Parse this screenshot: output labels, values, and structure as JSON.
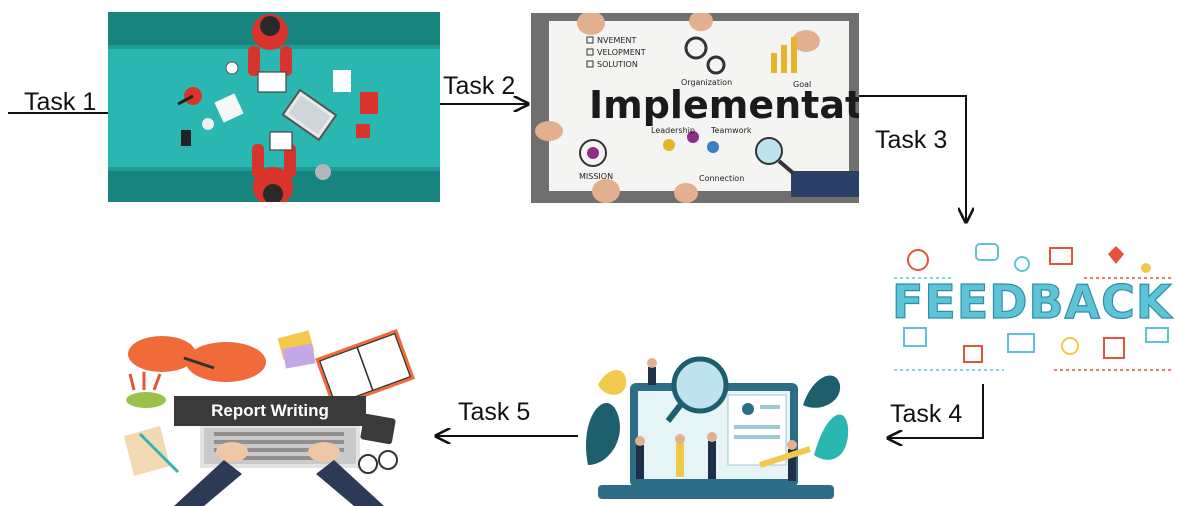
{
  "tasks": [
    {
      "label": "Task 1"
    },
    {
      "label": "Task 2"
    },
    {
      "label": "Task 3"
    },
    {
      "label": "Task 4"
    },
    {
      "label": "Task 5"
    }
  ],
  "images": {
    "implementation": {
      "title": "Implementation",
      "small_labels": [
        "NVEMENT",
        "VELOPMENT",
        "SOLUTION",
        "Organization",
        "Goal",
        "Leadership",
        "Teamwork",
        "MISSION",
        "Connection"
      ]
    },
    "feedback": {
      "title": "FEEDBACK"
    },
    "report": {
      "title": "Report Writing"
    }
  },
  "colors": {
    "teal": "#2bb7b1",
    "dark_teal": "#17847f",
    "red": "#d9342b",
    "orange": "#f06a3a",
    "feedback_blue": "#5fc3d8",
    "arrow": "#111111"
  }
}
